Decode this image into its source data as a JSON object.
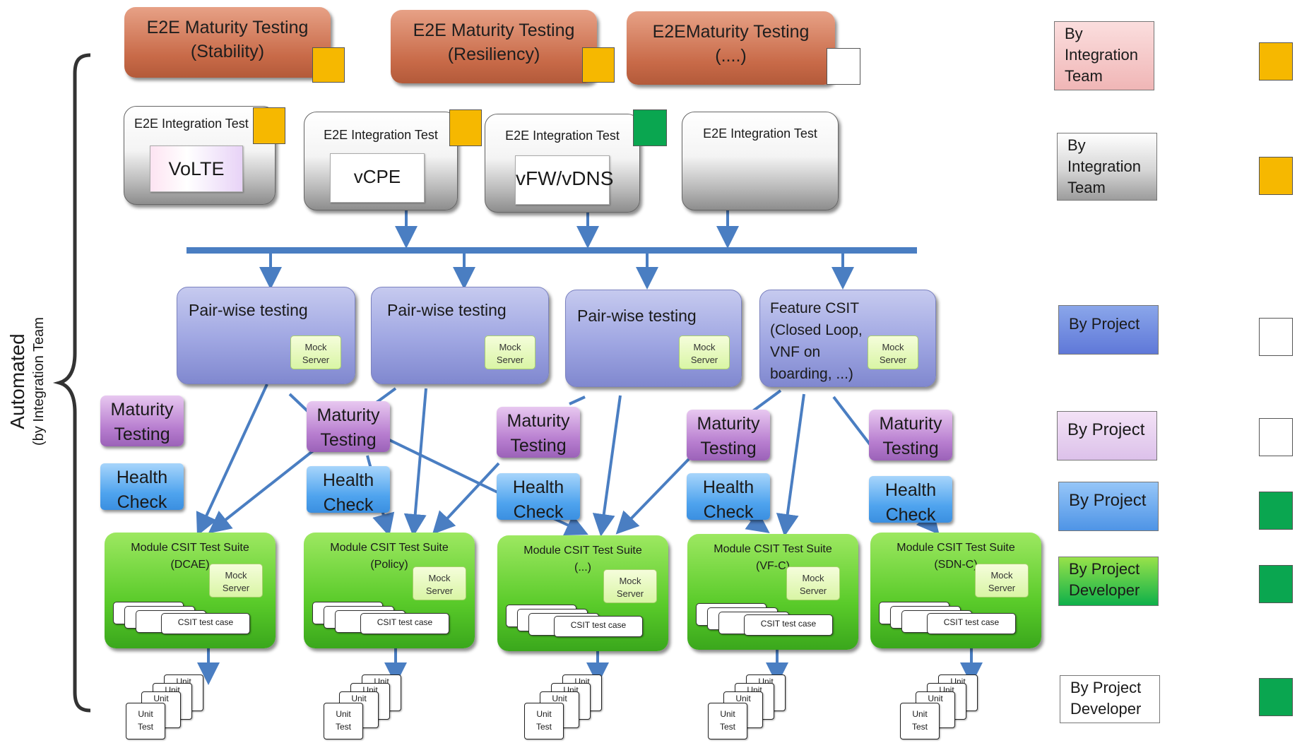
{
  "side_label": {
    "main": "Automated",
    "sub": "(by Integration Team"
  },
  "maturity_top": [
    "E2E Maturity Testing\n(Stability)",
    "E2E Maturity Testing\n(Resiliency)",
    "E2EMaturity Testing\n(....)"
  ],
  "integration": {
    "title": "E2E Integration Test",
    "thumbs": [
      "VoLTE",
      "vCPE",
      "vFW/vDNS"
    ]
  },
  "pairwise": {
    "labels": [
      "Pair-wise testing",
      "Pair-wise testing",
      "Pair-wise testing",
      "Feature CSIT\n(Closed Loop,\nVNF on\nboarding, ...)"
    ],
    "mock": "Mock\nServer"
  },
  "maturity_small": "Maturity\nTesting",
  "health_check": "Health\nCheck",
  "modules": [
    {
      "title": "Module CSIT Test Suite\n(DCAE)"
    },
    {
      "title": "Module CSIT Test Suite\n(Policy)"
    },
    {
      "title": "Module CSIT Test Suite\n(...)"
    },
    {
      "title": "Module CSIT Test Suite\n(VF-C)"
    },
    {
      "title": "Module CSIT Test Suite\n(SDN-C)"
    }
  ],
  "csit_case": "CSIT test case",
  "unit": {
    "front": "Unit\nTest",
    "back": "Unit"
  },
  "legend": [
    "By\nIntegration\nTeam",
    "By\nIntegration\nTeam",
    "By Project",
    "By Project",
    "By Project",
    "By Project\nDeveloper",
    "By Project\nDeveloper"
  ],
  "colors": {
    "orange": "#f6b800",
    "green": "#0aa650",
    "arrow": "#4a7ec2",
    "maturity_top": "#c86a48",
    "integration": "#b9b9b9",
    "pairwise": "#9fa6e2",
    "maturity": "#b77dcf",
    "health": "#4ea3ee",
    "module": "#5acb2a"
  },
  "status_squares": [
    "orange",
    "orange",
    "white",
    "white",
    "green",
    "green",
    "green"
  ]
}
